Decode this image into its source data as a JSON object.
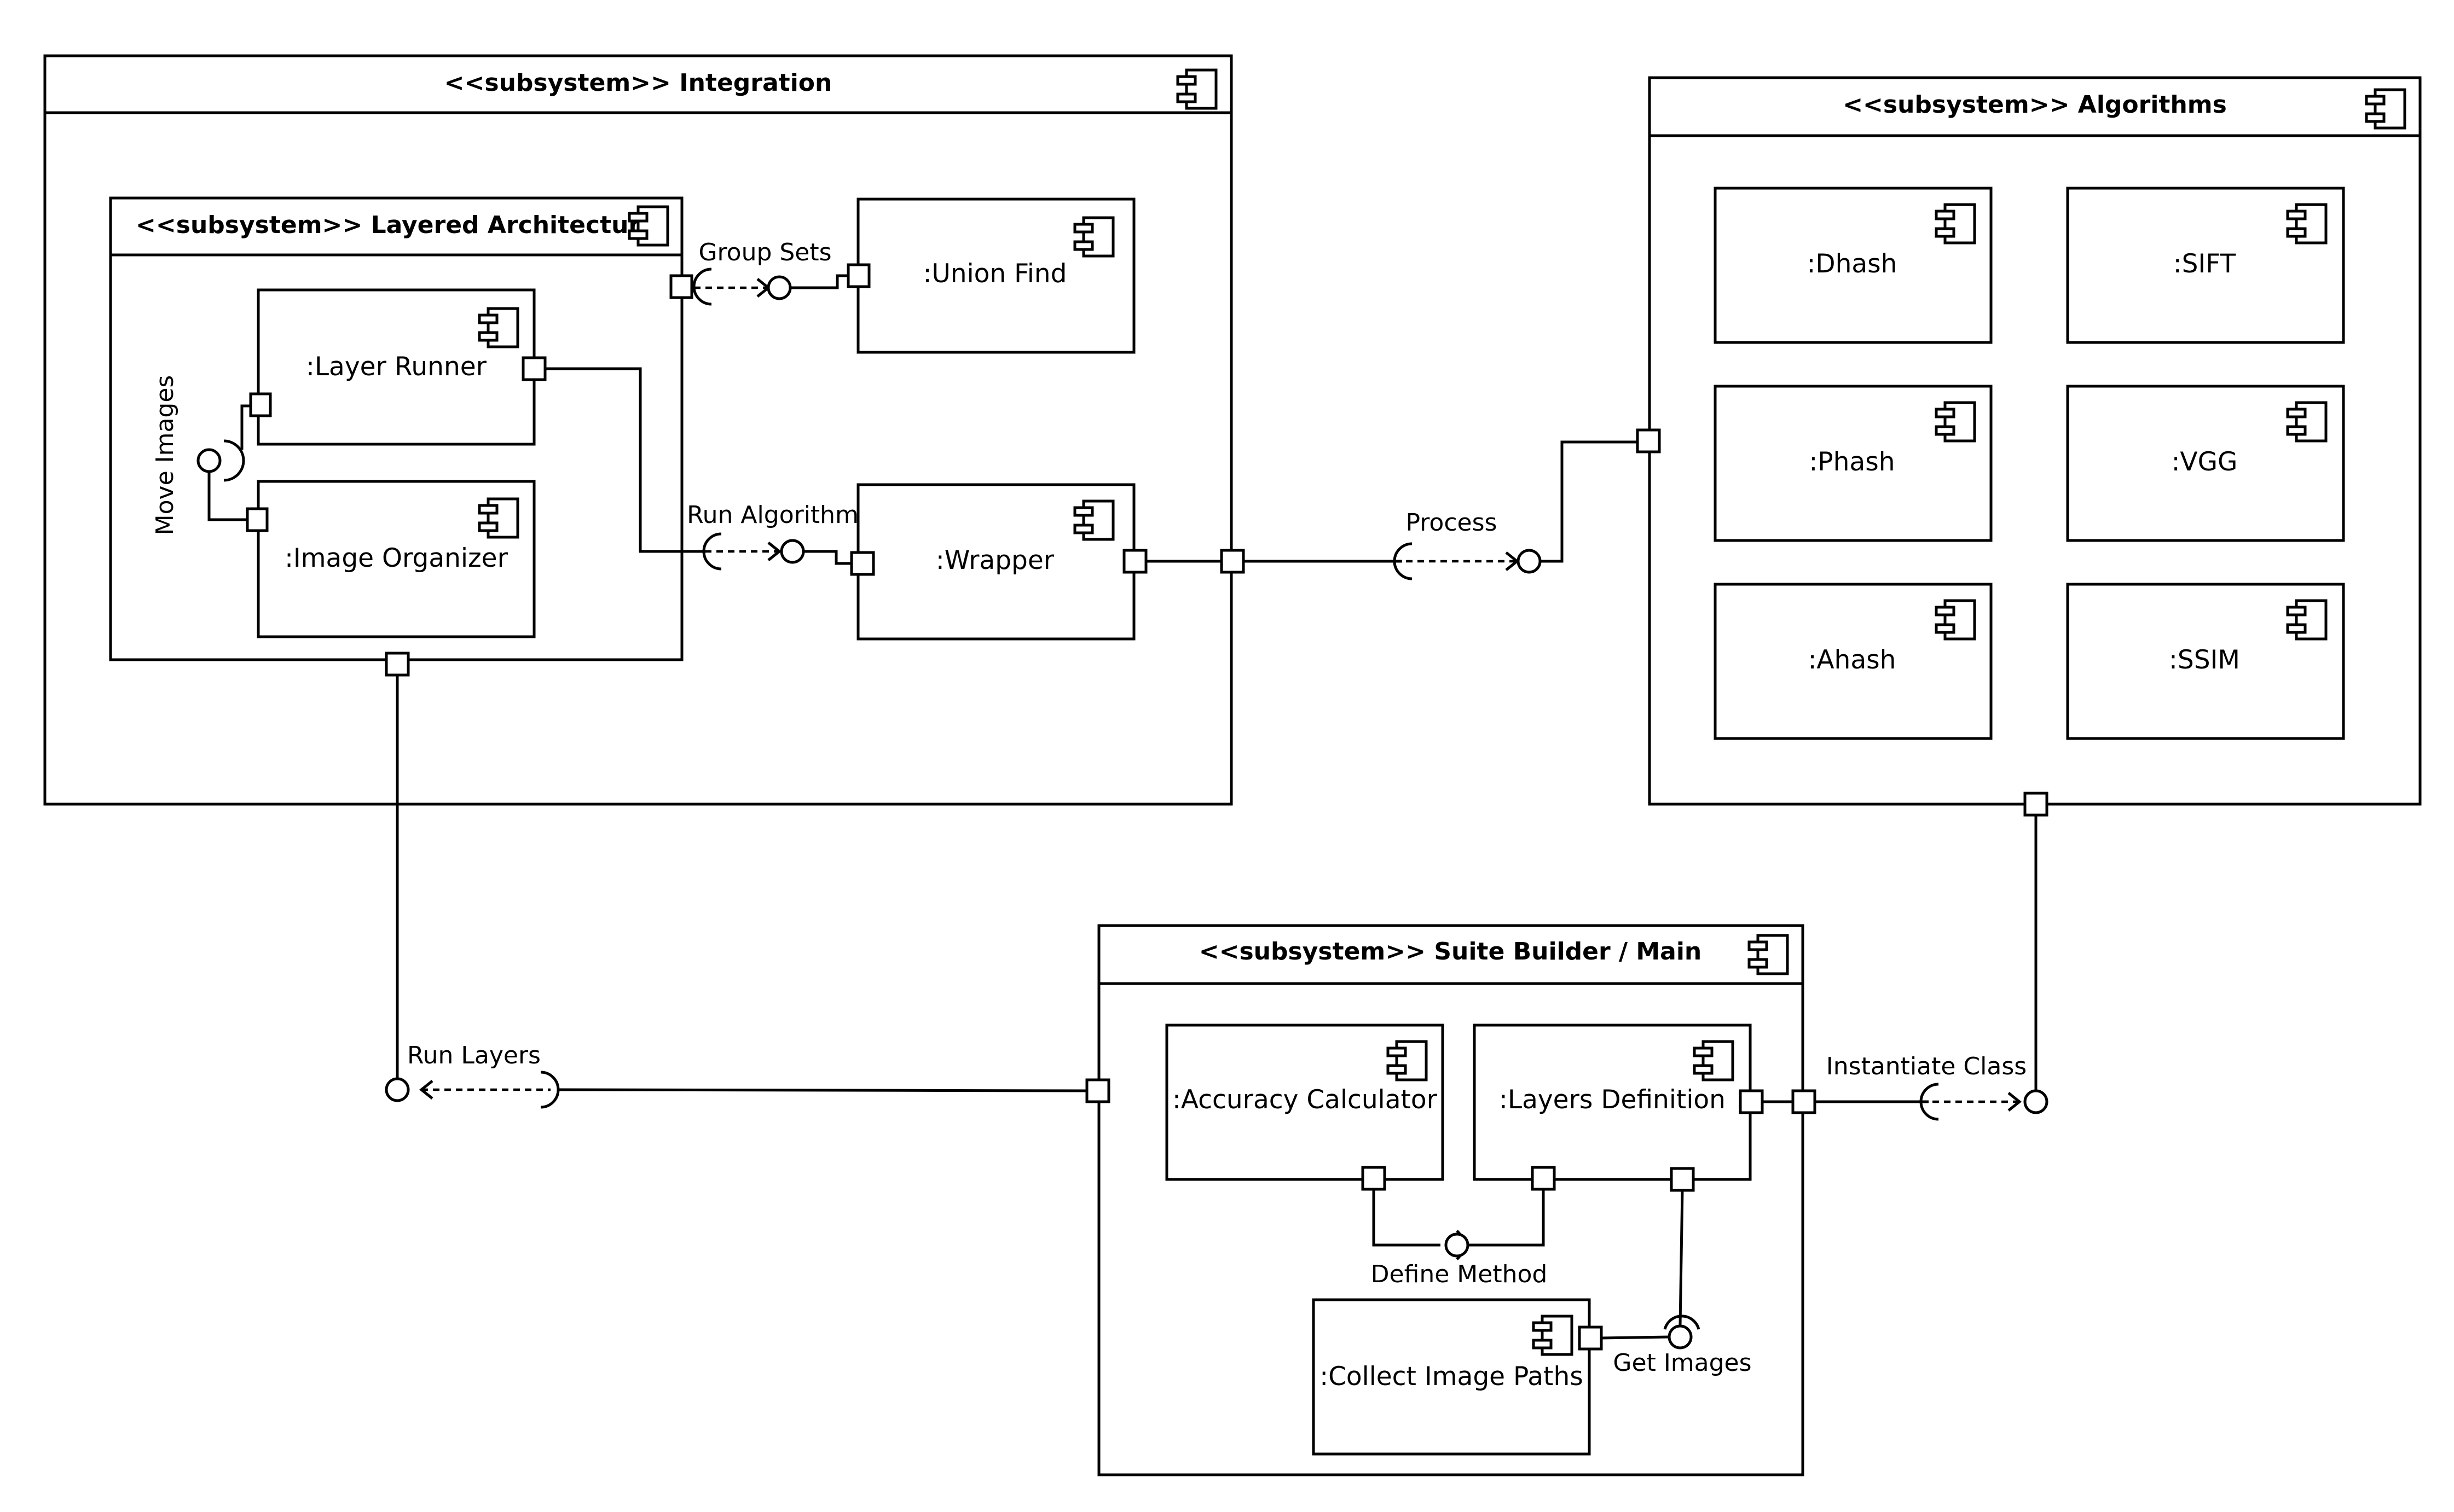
{
  "colors": {
    "line": "#000000",
    "background": "#ffffff"
  },
  "icons": {
    "component": "uml-component-icon"
  },
  "subsystems": {
    "integration": "<<subsystem>> Integration",
    "layered": "<<subsystem>> Layered Architecture",
    "algorithms": "<<subsystem>> Algorithms",
    "suite": "<<subsystem>> Suite Builder / Main"
  },
  "components": {
    "union_find": ":Union Find",
    "layer_runner": ":Layer Runner",
    "image_organizer": ":Image Organizer",
    "wrapper": ":Wrapper",
    "dhash": ":Dhash",
    "sift": ":SIFT",
    "phash": ":Phash",
    "vgg": ":VGG",
    "ahash": ":Ahash",
    "ssim": ":SSIM",
    "accuracy_calculator": ":Accuracy Calculator",
    "layers_definition": ":Layers Definition",
    "collect_image_paths": ":Collect Image Paths"
  },
  "interfaces": {
    "group_sets": "Group Sets",
    "move_images": "Move Images",
    "run_algorithm": "Run Algorithm",
    "process": "Process",
    "run_layers": "Run Layers",
    "instantiate_class": "Instantiate Class",
    "define_method": "Define Method",
    "get_images": "Get Images"
  }
}
